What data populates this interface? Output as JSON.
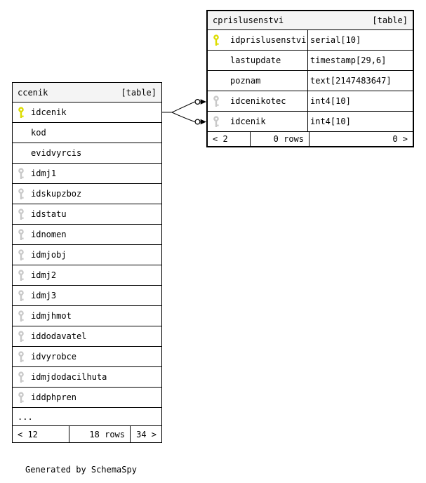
{
  "diagram": {
    "generator_note": "Generated by SchemaSpy"
  },
  "colors": {
    "primary_key": "#dddd00",
    "foreign_key": "#c9c9c9",
    "header_bg": "#f4f4f4",
    "border": "#000000",
    "background": "#ffffff"
  },
  "tables": {
    "ccenik": {
      "title": "ccenik",
      "badge": "[table]",
      "columns": [
        {
          "name": "idcenik",
          "key": "primary"
        },
        {
          "name": "kod",
          "key": "none"
        },
        {
          "name": "evidvyrcis",
          "key": "none"
        },
        {
          "name": "idmj1",
          "key": "foreign"
        },
        {
          "name": "idskupzboz",
          "key": "foreign"
        },
        {
          "name": "idstatu",
          "key": "foreign"
        },
        {
          "name": "idnomen",
          "key": "foreign"
        },
        {
          "name": "idmjobj",
          "key": "foreign"
        },
        {
          "name": "idmj2",
          "key": "foreign"
        },
        {
          "name": "idmj3",
          "key": "foreign"
        },
        {
          "name": "idmjhmot",
          "key": "foreign"
        },
        {
          "name": "iddodavatel",
          "key": "foreign"
        },
        {
          "name": "idvyrobce",
          "key": "foreign"
        },
        {
          "name": "idmjdodacilhuta",
          "key": "foreign"
        },
        {
          "name": "iddphpren",
          "key": "foreign"
        }
      ],
      "truncated_indicator": "...",
      "footer": {
        "parents": "< 12",
        "rows": "18 rows",
        "children": "34 >"
      }
    },
    "cprislusenstvi": {
      "title": "cprislusenstvi",
      "badge": "[table]",
      "columns": [
        {
          "name": "idprislusenstvi",
          "type": "serial[10]",
          "key": "primary"
        },
        {
          "name": "lastupdate",
          "type": "timestamp[29,6]",
          "key": "none"
        },
        {
          "name": "poznam",
          "type": "text[2147483647]",
          "key": "none"
        },
        {
          "name": "idcenikotec",
          "type": "int4[10]",
          "key": "foreign"
        },
        {
          "name": "idcenik",
          "type": "int4[10]",
          "key": "foreign"
        }
      ],
      "footer": {
        "parents": "< 2",
        "rows": "0 rows",
        "children": "0 >"
      }
    }
  }
}
